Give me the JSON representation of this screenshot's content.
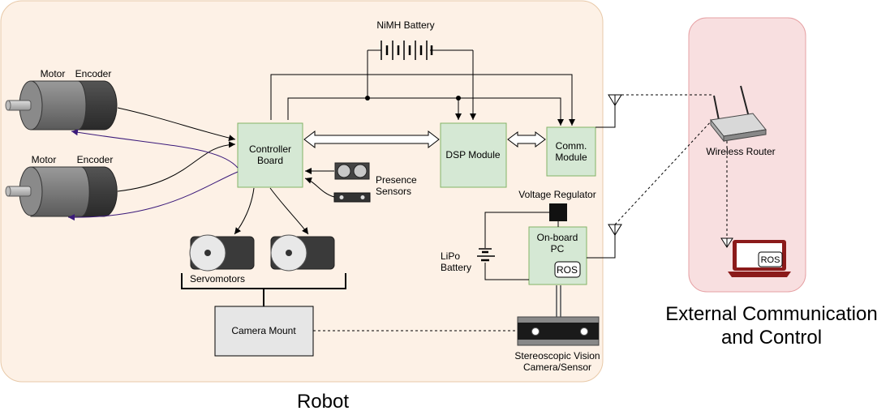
{
  "title_robot": "Robot",
  "title_external_line1": "External Communication",
  "title_external_line2": "and Control",
  "battery_label": "NiMH Battery",
  "motor1_label": "Motor",
  "encoder1_label": "Encoder",
  "motor2_label": "Motor",
  "encoder2_label": "Encoder",
  "controller_line1": "Controller",
  "controller_line2": "Board",
  "dsp_label": "DSP Module",
  "comm_line1": "Comm.",
  "comm_line2": "Module",
  "presence_line1": "Presence",
  "presence_line2": "Sensors",
  "servomotors_label": "Servomotors",
  "camera_mount_label": "Camera Mount",
  "voltage_regulator_label": "Voltage Regulator",
  "onboard_line1": "On-board",
  "onboard_line2": "PC",
  "ros_label": "ROS",
  "lipo_line1": "LiPo",
  "lipo_line2": "Battery",
  "stereo_line1": "Stereoscopic Vision",
  "stereo_line2": "Camera/Sensor",
  "router_label": "Wireless Router",
  "laptop_ros_label": "ROS",
  "colors": {
    "robot_panel_fill": "#fdf1e6",
    "robot_panel_stroke": "#e8c9a8",
    "external_panel_fill": "#f8dfe0",
    "external_panel_stroke": "#e6a0a3",
    "module_fill": "#d5e8d4",
    "module_stroke": "#82b366",
    "camera_mount_fill": "#e6e6e6",
    "laptop": "#8b1a1a",
    "purple_wire": "#3b1a7a"
  }
}
